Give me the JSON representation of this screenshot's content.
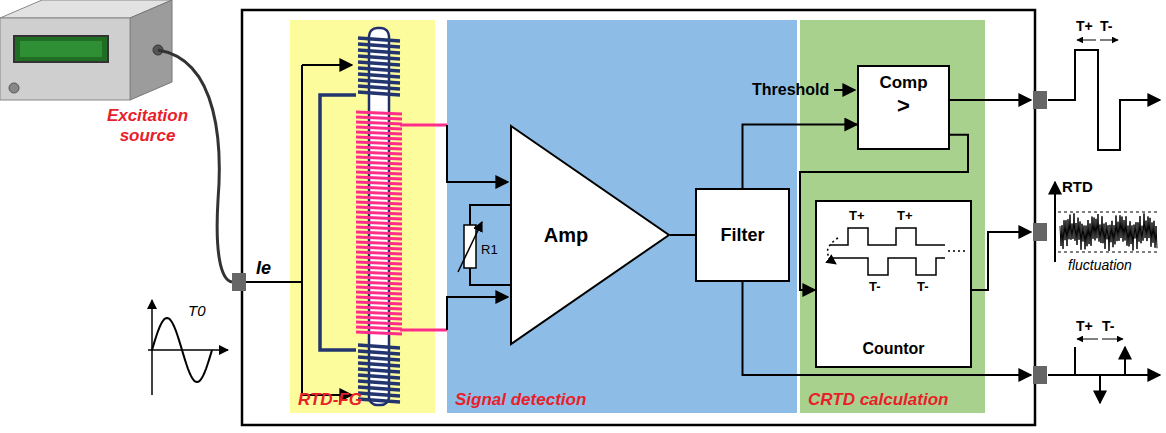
{
  "diagram": {
    "nodes": [
      {
        "text": [
          "RTD-FG"
        ]
      },
      {
        "text": [
          "Signal detection"
        ]
      },
      {
        "text": [
          "Amp"
        ],
        "in": 1
      },
      {
        "text": [
          "Filter"
        ],
        "in": 1
      },
      {
        "text": [
          "CRTD calculation"
        ]
      },
      {
        "text": [
          "Comp",
          ">"
        ],
        "in": 4
      },
      {
        "text": [
          "Countor"
        ],
        "in": 4
      }
    ],
    "edges": [
      {
        "from": 2,
        "to": 3,
        "arrow": "none"
      },
      {
        "from": 3,
        "to": 5,
        "arrow": "to"
      },
      {
        "from": 5,
        "to": 6,
        "arrow": "to"
      }
    ],
    "labels": [
      "Excitation source",
      "Ie",
      "T0",
      "R1",
      "Threshold",
      "T+",
      "T+",
      "T-",
      "T-",
      "T+",
      "T-",
      "RTD",
      "fluctuation",
      "T+",
      "T-"
    ]
  }
}
